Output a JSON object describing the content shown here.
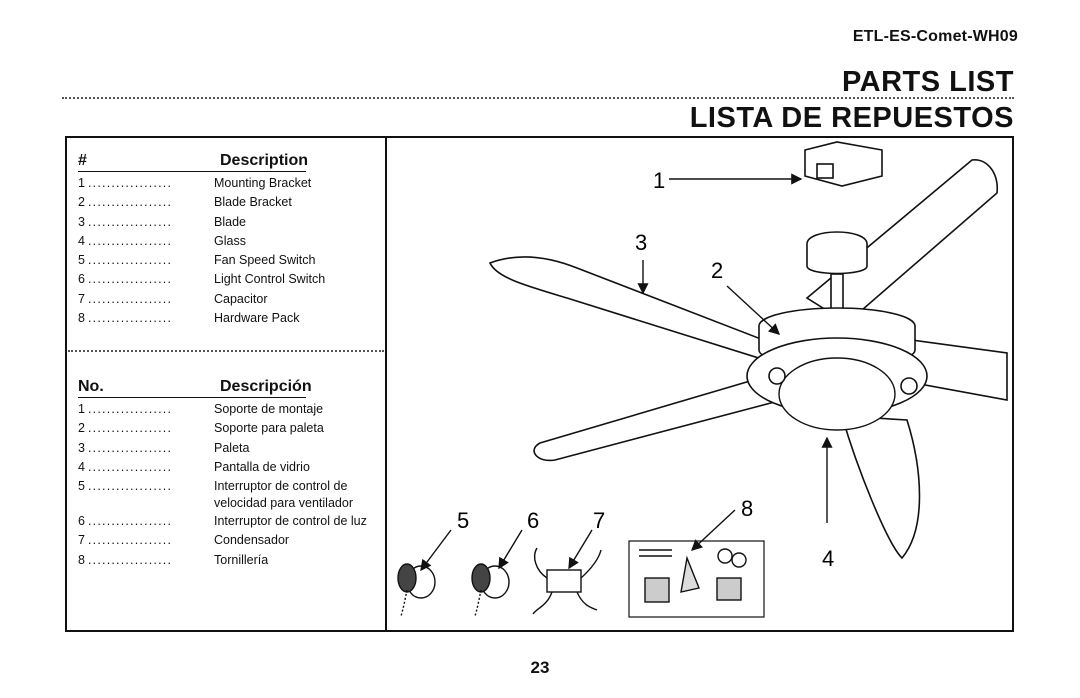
{
  "header": {
    "model": "ETL-ES-Comet-WH09",
    "title_en": "PARTS LIST",
    "title_es": "LISTA DE REPUESTOS"
  },
  "english": {
    "col_num": "#",
    "col_desc": "Description",
    "items": [
      {
        "num": "1",
        "dots": "..................",
        "desc": "Mounting Bracket"
      },
      {
        "num": "2",
        "dots": "..................",
        "desc": "Blade Bracket"
      },
      {
        "num": "3",
        "dots": "..................",
        "desc": "Blade"
      },
      {
        "num": "4",
        "dots": "..................",
        "desc": "Glass"
      },
      {
        "num": "5",
        "dots": "..................",
        "desc": "Fan Speed Switch"
      },
      {
        "num": "6",
        "dots": "..................",
        "desc": "Light Control Switch"
      },
      {
        "num": "7",
        "dots": "..................",
        "desc": "Capacitor"
      },
      {
        "num": "8",
        "dots": "..................",
        "desc": "Hardware Pack"
      }
    ]
  },
  "spanish": {
    "col_num": "No.",
    "col_desc": "Descripción",
    "items": [
      {
        "num": "1",
        "dots": "..................",
        "desc": "Soporte de montaje"
      },
      {
        "num": "2",
        "dots": "..................",
        "desc": "Soporte para paleta"
      },
      {
        "num": "3",
        "dots": "..................",
        "desc": "Paleta"
      },
      {
        "num": "4",
        "dots": "..................",
        "desc": "Pantalla de vidrio"
      },
      {
        "num": "5",
        "dots": "..................",
        "desc": "Interruptor de control de velocidad para ventilador"
      },
      {
        "num": "6",
        "dots": "..................",
        "desc": "Interruptor de control de luz"
      },
      {
        "num": "7",
        "dots": "..................",
        "desc": "Condensador"
      },
      {
        "num": "8",
        "dots": "..................",
        "desc": "Tornillería"
      }
    ]
  },
  "callouts": {
    "c1": "1",
    "c2": "2",
    "c3": "3",
    "c4": "4",
    "c5": "5",
    "c6": "6",
    "c7": "7",
    "c8": "8"
  },
  "page_number": "23"
}
